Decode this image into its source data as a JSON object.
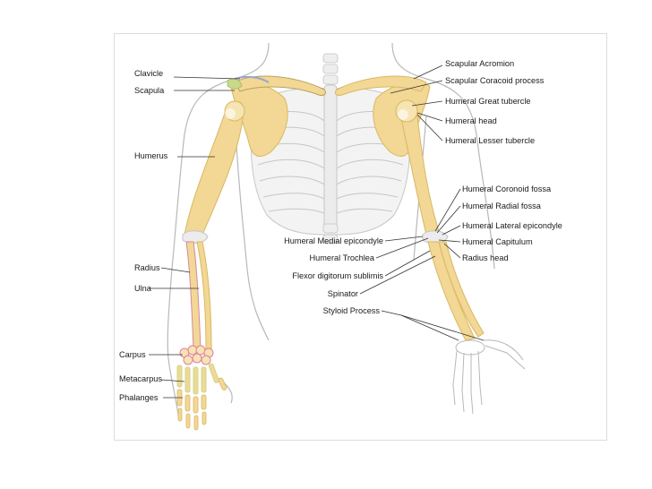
{
  "labels": {
    "clavicle": "Clavicle",
    "scapula": "Scapula",
    "humerus": "Humerus",
    "radius": "Radius",
    "ulna": "Ulna",
    "carpus": "Carpus",
    "metacarpus": "Metacarpus",
    "phalanges": "Phalanges",
    "scapular_acromion": "Scapular Acromion",
    "scapular_coracoid": "Scapular Coracoid process",
    "great_tubercle": "Humeral Great tubercle",
    "humeral_head": "Humeral head",
    "lesser_tubercle": "Humeral Lesser tubercle",
    "coronoid_fossa": "Humeral Coronoid fossa",
    "radial_fossa": "Humeral Radial fossa",
    "lateral_epicondyle": "Humeral Lateral epicondyle",
    "medial_epicondyle": "Humeral Medial epicondyle",
    "capitulum": "Humeral Capitulum",
    "trochlea": "Humeral Trochlea",
    "radius_head": "Radius head",
    "flexor": "Flexor digitorum sublimis",
    "spinator": "Spinator",
    "styloid": "Styloid Process"
  },
  "colors": {
    "bone": "#f2d795",
    "bone_outline": "#d9b860",
    "outline_gray": "#b8b8b8",
    "ribcage": "#e9e9e9",
    "pink_joint": "#e07fa0",
    "green_tint": "#c9d98a"
  }
}
